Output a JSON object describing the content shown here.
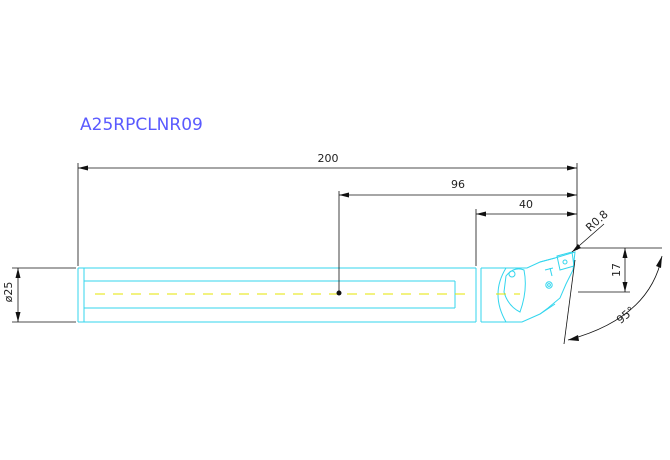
{
  "title": "A25RPCLNR09",
  "dimensions": {
    "overall_length": "200",
    "mid_length": "96",
    "head_length": "40",
    "nose_radius": "R0.8",
    "offset": "17",
    "shank_diameter": "ø25",
    "approach_angle": "95°"
  },
  "colors": {
    "title": "#5a5aff",
    "part_outline": "#33d6ee",
    "centerline": "#e6e600",
    "dimension": "#111111"
  }
}
